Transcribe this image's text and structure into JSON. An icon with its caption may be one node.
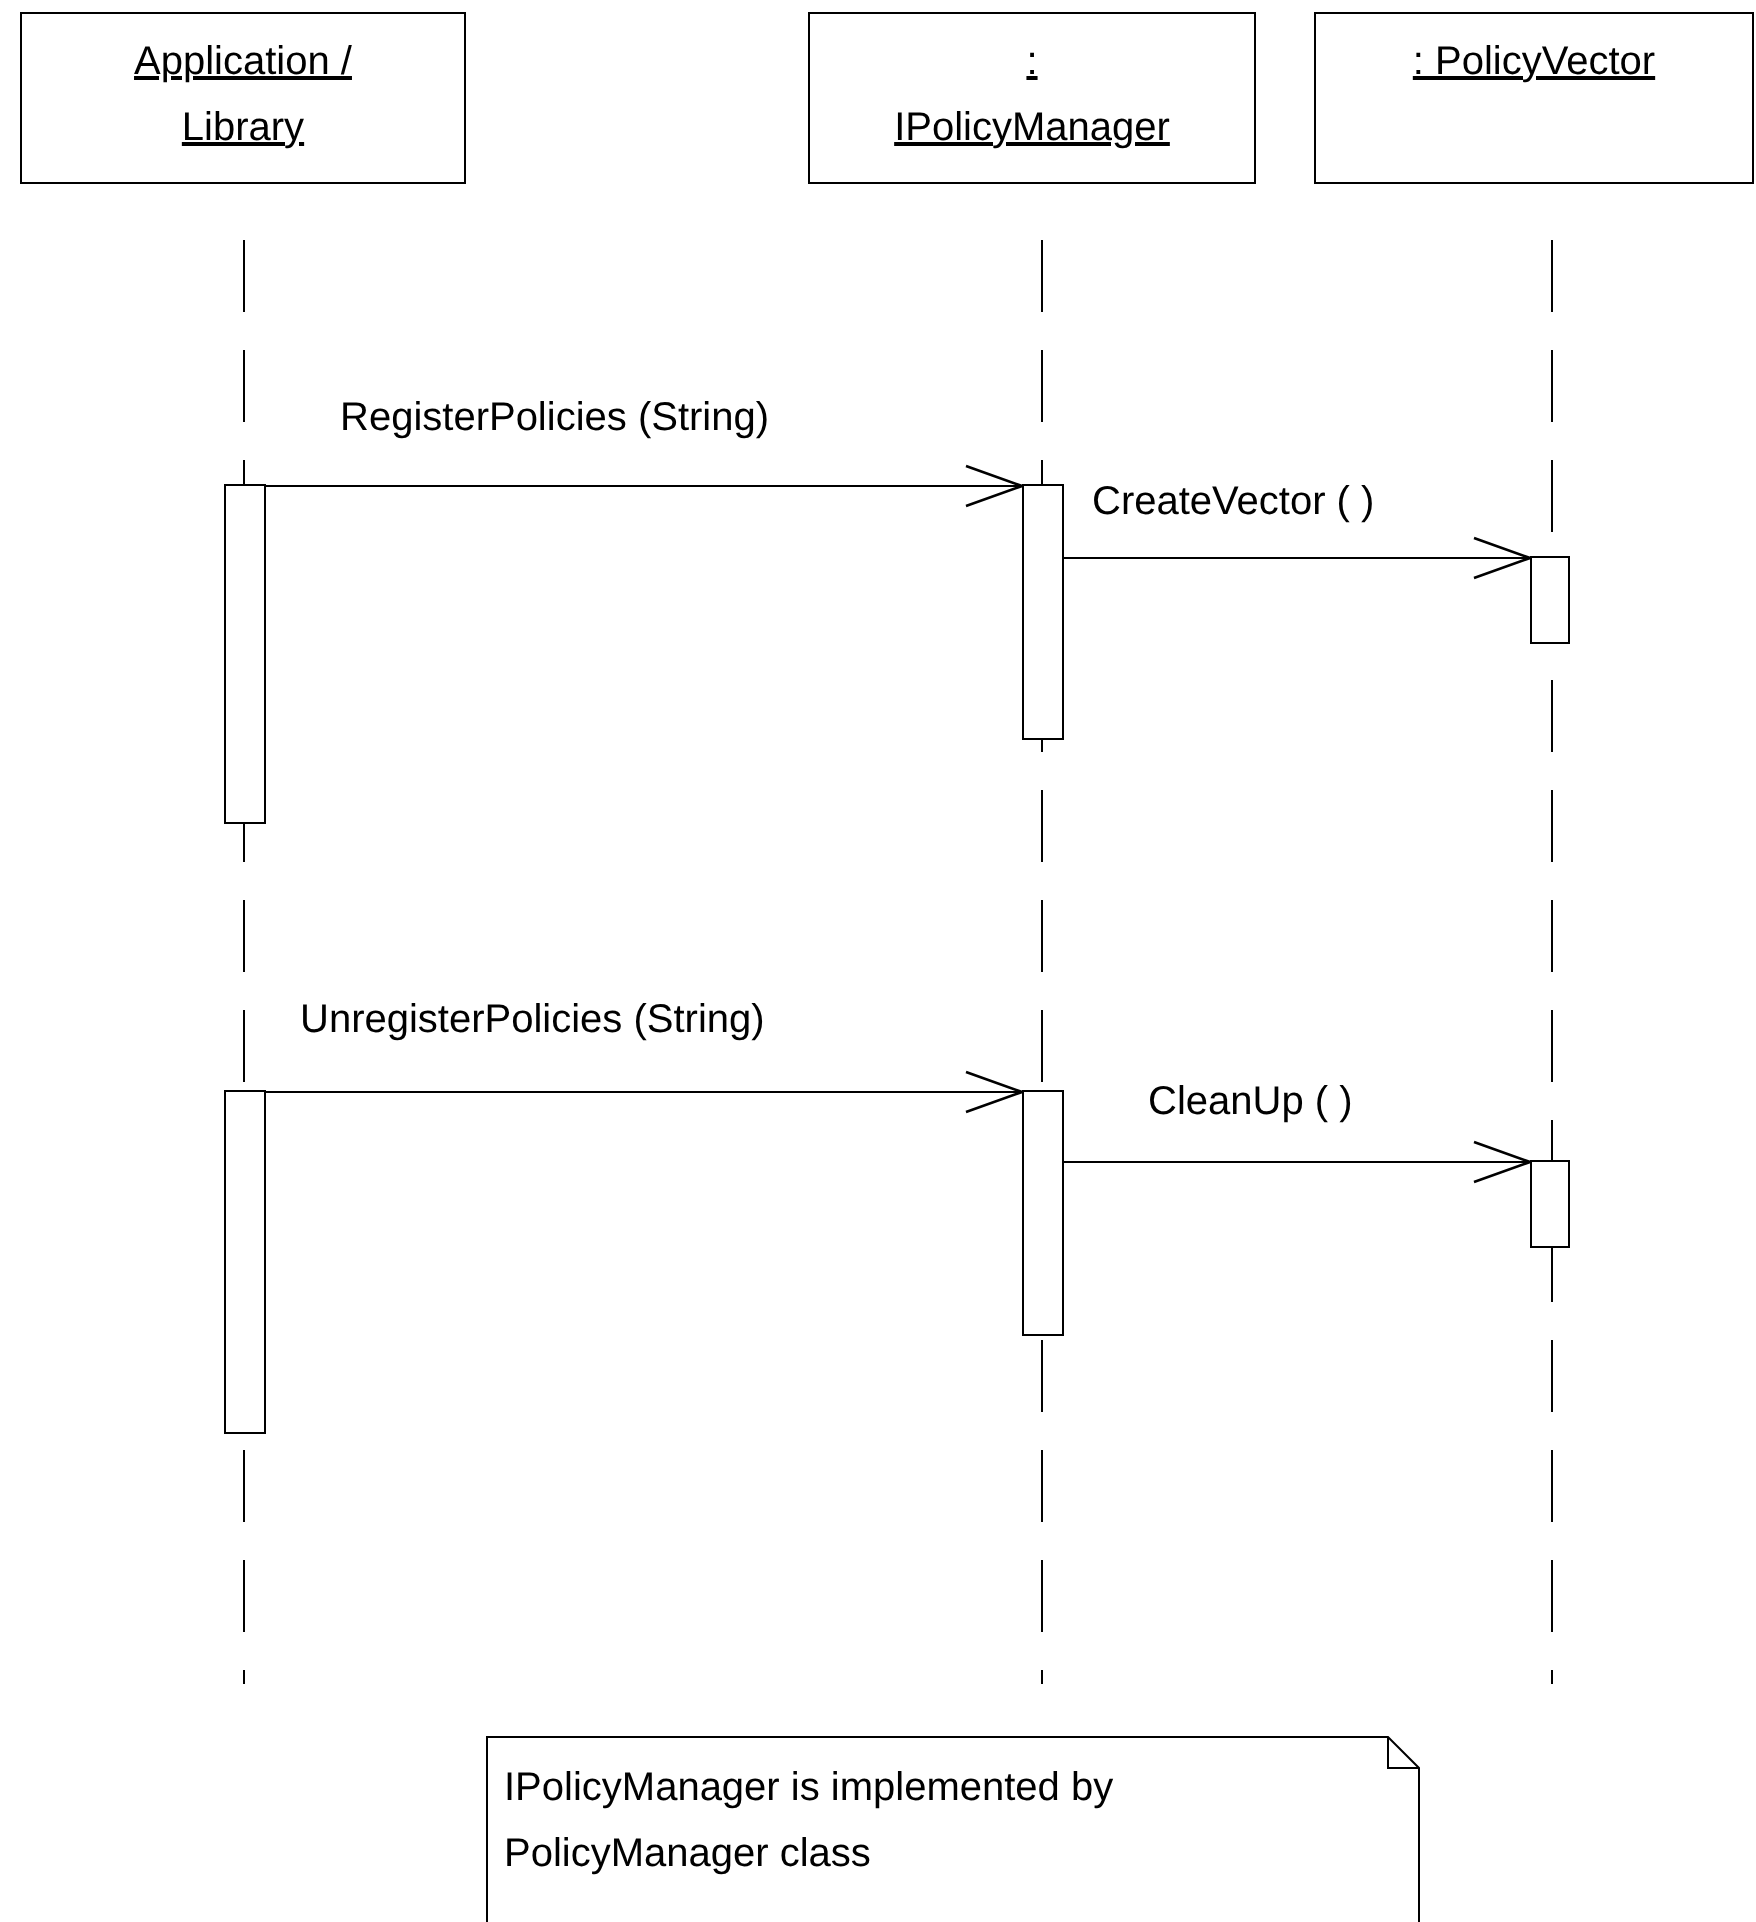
{
  "diagram": {
    "nodes": [
      {
        "text": [
          "Application / Library"
        ]
      },
      {
        "text": [
          ": IPolicyManager"
        ]
      },
      {
        "text": [
          ": PolicyVector"
        ]
      },
      {
        "text": [],
        "shape": "bar"
      },
      {
        "text": [],
        "shape": "bar"
      },
      {
        "text": [],
        "shape": "bar"
      },
      {
        "text": [],
        "shape": "bar"
      },
      {
        "text": [],
        "shape": "bar"
      },
      {
        "text": [],
        "shape": "bar"
      },
      {
        "text": [
          "IPolicyManager is implemented by PolicyManager class"
        ]
      }
    ],
    "edges": [
      {
        "from": 3,
        "to": 4,
        "arrow": "to",
        "label": "RegisterPolicies (String)"
      },
      {
        "from": 4,
        "to": 5,
        "arrow": "to",
        "label": "CreateVector ( )"
      },
      {
        "from": 6,
        "to": 7,
        "arrow": "to",
        "label": "UnregisterPolicies (String)"
      },
      {
        "from": 7,
        "to": 8,
        "arrow": "to",
        "label": "CleanUp ( )"
      }
    ]
  }
}
